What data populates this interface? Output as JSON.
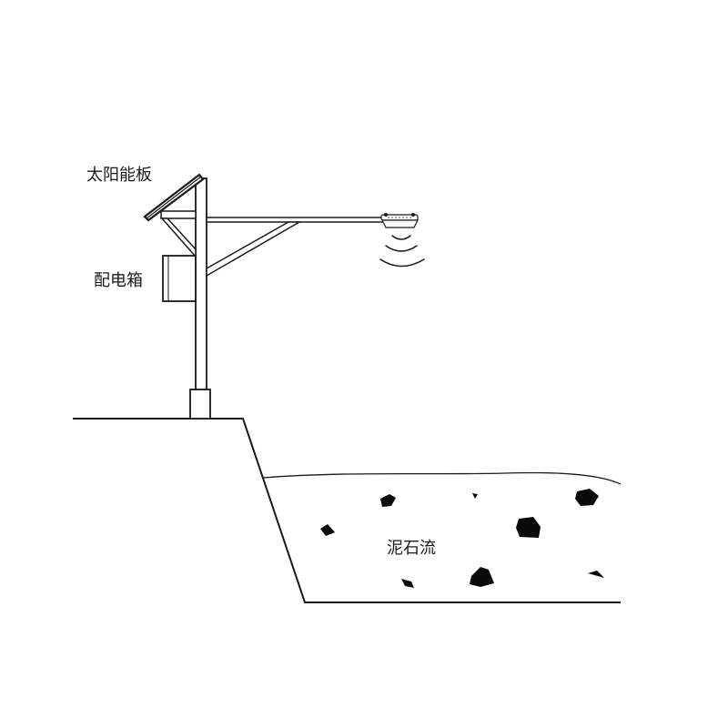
{
  "labels": {
    "solar_panel": "太阳能板",
    "distribution_box": "配电箱",
    "debris_flow": "泥石流"
  },
  "colors": {
    "line": "#1a1a1a",
    "rock": "#0a0a0a",
    "background": "#ffffff"
  },
  "components": {
    "pole": "monitoring-pole",
    "sensor": "radar-level-sensor",
    "waves": "signal-waves"
  }
}
